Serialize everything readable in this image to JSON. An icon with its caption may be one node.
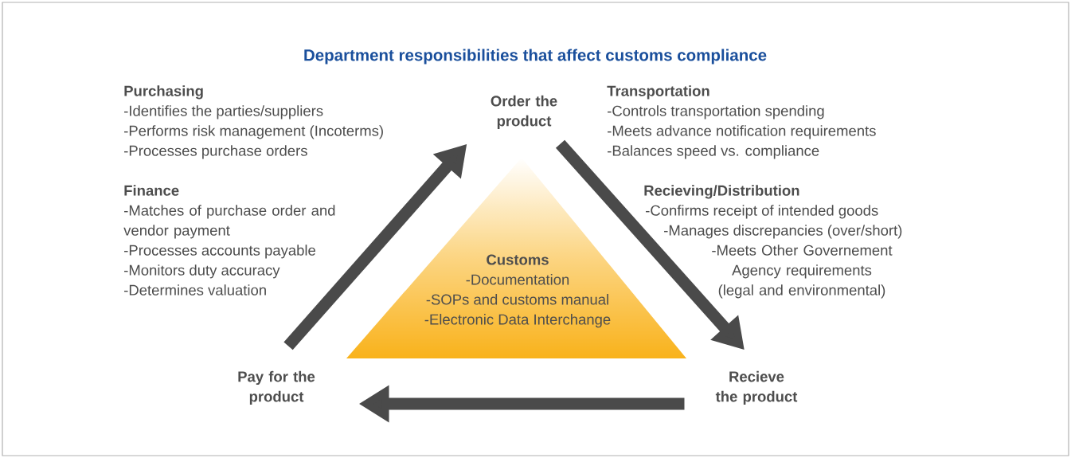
{
  "diagram": {
    "title": "Department responsibilities that affect customs compliance",
    "nodes": [
      {
        "text": [
          "Order the product"
        ]
      },
      {
        "text": [
          "Recieve the product"
        ]
      },
      {
        "text": [
          "Pay for the product"
        ]
      },
      {
        "text": [
          "Customs",
          "-Documentation",
          "-SOPs and customs manual",
          "-Electronic Data Interchange"
        ]
      }
    ],
    "edges": [
      {
        "from": 2,
        "to": 0,
        "arrow": "to"
      },
      {
        "from": 0,
        "to": 1,
        "arrow": "to"
      },
      {
        "from": 1,
        "to": 2,
        "arrow": "to"
      }
    ],
    "labels": [
      "Purchasing",
      "-Identifies the parties/suppliers",
      "-Performs risk management (Incoterms)",
      "-Processes purchase orders",
      "Transportation",
      "-Controls transportation spending",
      "-Meets advance notification requirements",
      "-Balances speed vs. compliance",
      "Finance",
      "-Matches of purchase order and vendor payment",
      "-Processes accounts payable",
      "-Monitors duty accuracy",
      "-Determines valuation",
      "Recieving/Distribution",
      "-Confirms receipt of intended goods",
      "-Manages discrepancies (over/short)",
      "-Meets Other Governement Agency requirements (legal and environmental)"
    ]
  }
}
